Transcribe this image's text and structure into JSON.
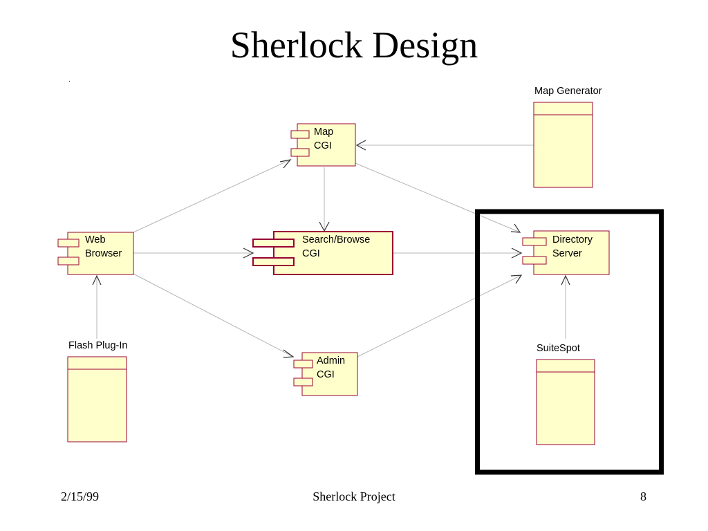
{
  "slide": {
    "title": "Sherlock Design",
    "stray_mark": "."
  },
  "diagram": {
    "components": {
      "map_cgi": {
        "line1": "Map",
        "line2": "CGI"
      },
      "web_browser": {
        "line1": "Web",
        "line2": "Browser"
      },
      "search_browse_cgi": {
        "line1": "Search/Browse",
        "line2": "CGI"
      },
      "directory_server": {
        "line1": "Directory",
        "line2": "Server"
      },
      "admin_cgi": {
        "line1": "Admin",
        "line2": "CGI"
      }
    },
    "nodes": {
      "map_generator": "Map Generator",
      "flash_plugin": "Flash Plug-In",
      "suitespot": "SuiteSpot"
    },
    "colors": {
      "box_fill": "#ffffcc",
      "box_stroke": "#990033",
      "connector": "#b4b4b4",
      "frame": "#000000"
    }
  },
  "footer": {
    "date": "2/15/99",
    "project": "Sherlock Project",
    "page": "8"
  }
}
